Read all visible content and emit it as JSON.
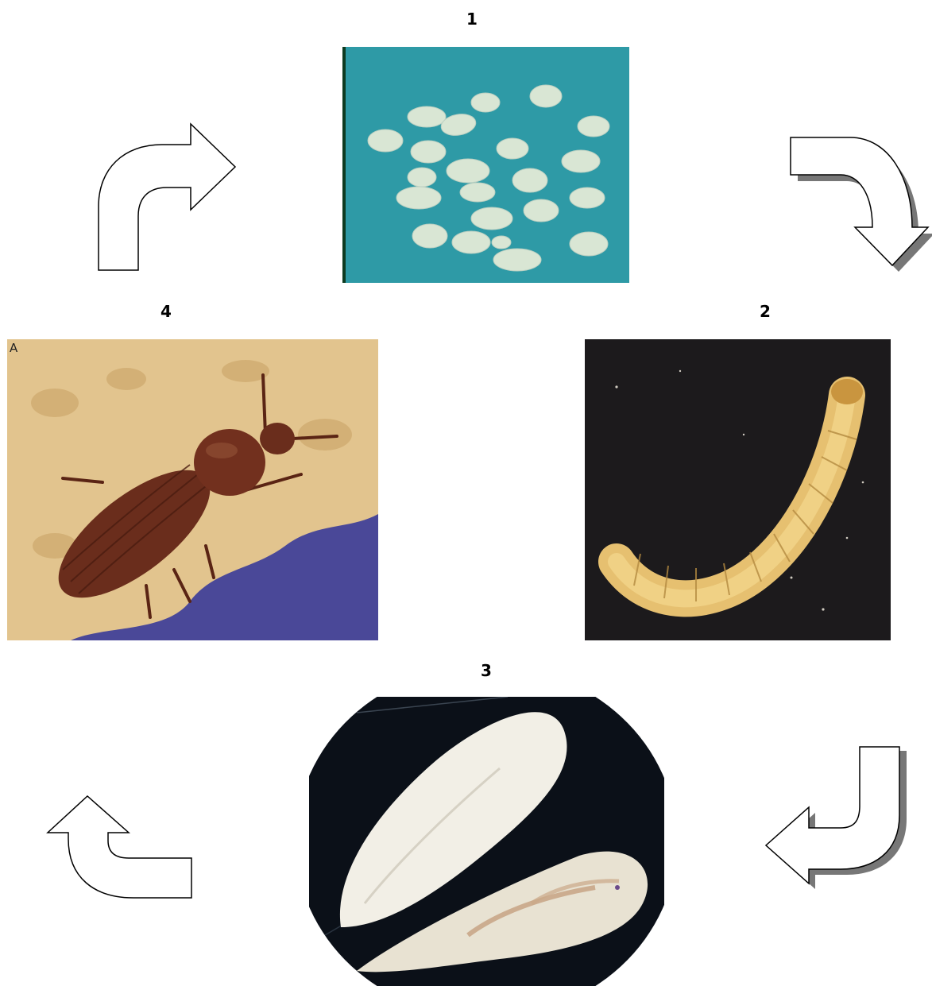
{
  "diagram": {
    "stages": [
      {
        "number": "1",
        "subject": "eggs"
      },
      {
        "number": "2",
        "subject": "larva"
      },
      {
        "number": "3",
        "subject": "pupae"
      },
      {
        "number": "4",
        "subject": "adult beetle"
      }
    ],
    "adult_photo_corner_label": "A"
  },
  "colors": {
    "egg_background": "#2e9aa6",
    "egg": "#d9e6d4",
    "larva_background": "#1c1a1c",
    "larva": "#e6c070",
    "pupa_background": "#0b1018",
    "pupa": "#f2efe6",
    "beetle": "#6a2d1c",
    "beetle_substrate": "#e2c48e",
    "beetle_background": "#4a4898",
    "arrow_fill": "#ffffff",
    "arrow_stroke": "#000000"
  }
}
